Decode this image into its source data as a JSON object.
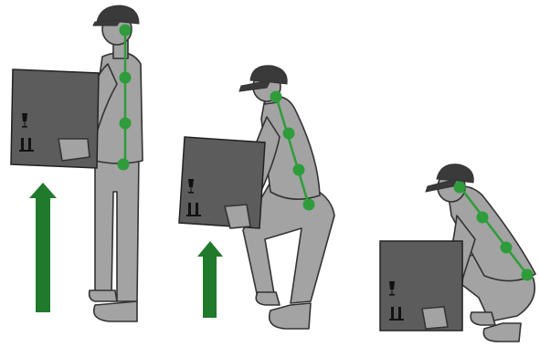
{
  "illustration": {
    "stages": [
      {
        "pose": "standing",
        "holding_box": true
      },
      {
        "pose": "squatting",
        "holding_box": true
      },
      {
        "pose": "crouching",
        "holding_box": true
      }
    ],
    "arrows": [
      {
        "direction": "up"
      },
      {
        "direction": "up"
      }
    ],
    "box_symbols": [
      "glass-fragile-icon",
      "keep-upright-icon"
    ]
  },
  "colors": {
    "background": "#ffffff",
    "figure": "#a3a3a3",
    "figure_outline": "#333333",
    "cap": "#3a3a3a",
    "box": "#5c5c5c",
    "box_outline": "#222222",
    "spine": "#2e9c3a",
    "arrow": "#1f7a2c"
  }
}
